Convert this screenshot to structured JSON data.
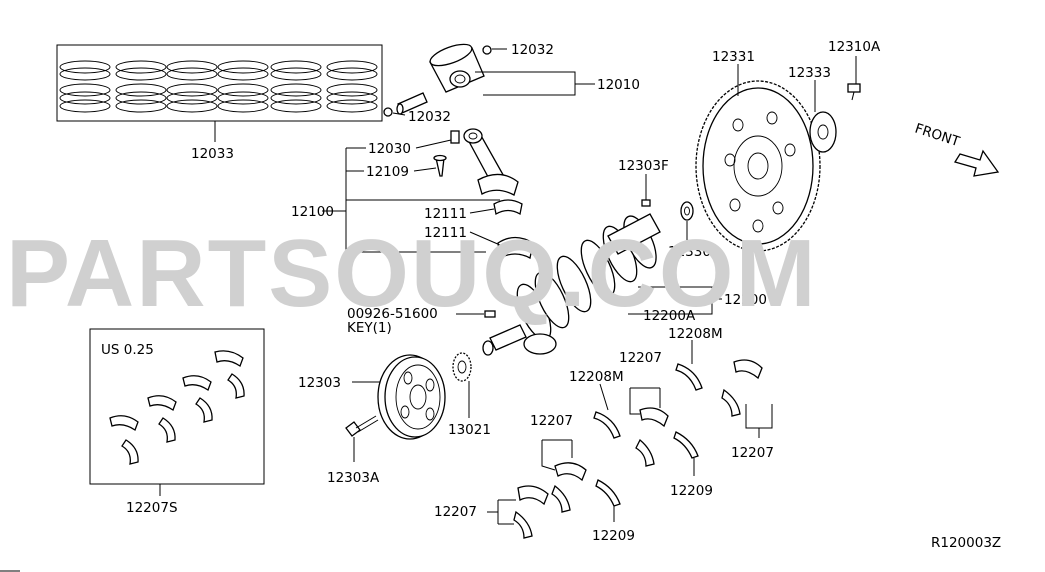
{
  "watermark": "PARTSOUQ.COM",
  "diagram_code": "R120003Z",
  "front_label": "FRONT",
  "boxes": {
    "undersize_label": "US 0.25"
  },
  "labels": {
    "piston_ring_set": "12033",
    "piston_pin_clip_top": "12032",
    "piston_pin_clip_bottom": "12032",
    "piston_assembly": "12010",
    "con_rod_bolt": "12030",
    "con_rod_nut": "12109",
    "con_rod_assembly": "12100",
    "con_rod_bearing_upper": "12111",
    "con_rod_bearing_lower": "12111",
    "flywheel": "12331",
    "flywheel_plate": "12333",
    "flywheel_bolt": "12310A",
    "pilot_bushing": "12330",
    "crankshaft_plug": "12303F",
    "crankshaft": "12200",
    "crankshaft_assembly": "12200A",
    "key_part_no": "00926-51600",
    "key_desc": "KEY(1)",
    "crank_pulley": "12303",
    "pulley_bolt": "12303A",
    "sprocket": "13021",
    "main_bearing_set_us": "12207S",
    "main_bearing_a": "12207",
    "main_bearing_b": "12207",
    "main_bearing_c": "12207",
    "main_bearing_d": "12207",
    "thrust_bearing_a": "12208M",
    "thrust_bearing_b": "12208M",
    "thrust_washer_a": "12209",
    "thrust_washer_b": "12209"
  },
  "colors": {
    "line": "#000000",
    "watermark": "#d0d0d0",
    "background": "#ffffff"
  }
}
